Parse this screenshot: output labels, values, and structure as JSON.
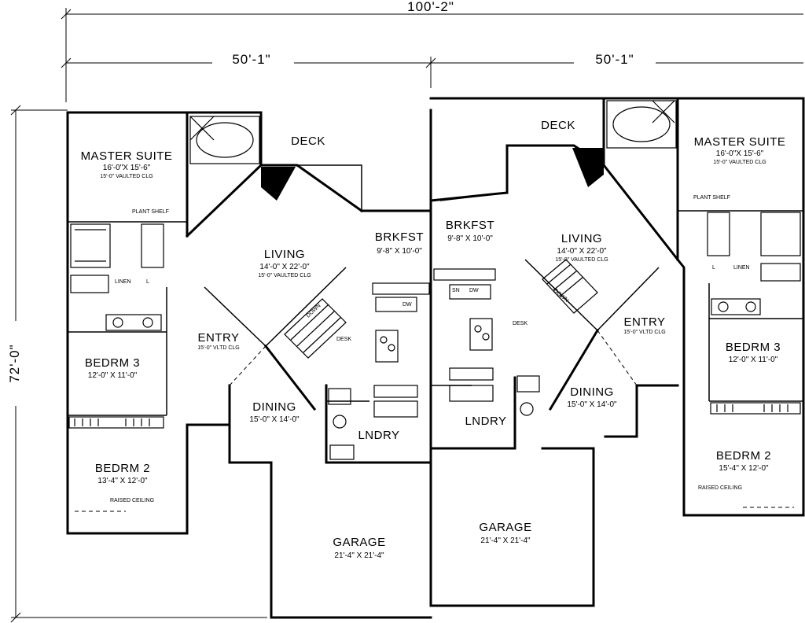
{
  "dimensions": {
    "overall": "100'-2\"",
    "left_half": "50'-1\"",
    "right_half": "50'-1\"",
    "depth": "72'-0\""
  },
  "left_unit": {
    "master_suite": {
      "name": "MASTER SUITE",
      "size": "16'-0\"X 15'-6\"",
      "note": "15'-0\" VAULTED CLG"
    },
    "plant_shelf": "PLANT SHELF",
    "linen": "LINEN",
    "linen_l": "L",
    "bedroom3": {
      "name": "BEDRM 3",
      "size": "12'-0\" X 11'-0\""
    },
    "bedroom2": {
      "name": "BEDRM 2",
      "size": "13'-4\" X 12'-0\""
    },
    "raised_ceiling": "RAISED CEILING",
    "deck": "DECK",
    "living": {
      "name": "LIVING",
      "size": "14'-0\" X 22'-0\"",
      "note": "15'-0\" VAULTED CLG"
    },
    "entry": {
      "name": "ENTRY",
      "note": "15'-0\" VLTD CLG"
    },
    "dining": {
      "name": "DINING",
      "size": "15'-0\" X 14'-0\""
    },
    "breakfast": {
      "name": "BRKFST",
      "size": "9'-8\" X 10'-0\""
    },
    "desk": "DESK",
    "down": "DOWN",
    "laundry": "LNDRY",
    "garage": {
      "name": "GARAGE",
      "size": "21'-4\" X 21'-4\""
    }
  },
  "right_unit": {
    "master_suite": {
      "name": "MASTER SUITE",
      "size": "16'-0\"X 15'-6\"",
      "note": "15'-0\" VAULTED CLG"
    },
    "plant_shelf": "PLANT SHELF",
    "linen": "LINEN",
    "linen_l": "L",
    "bedroom3": {
      "name": "BEDRM 3",
      "size": "12'-0\" X 11'-0\""
    },
    "bedroom2": {
      "name": "BEDRM 2",
      "size": "15'-4\" X 12'-0\""
    },
    "raised_ceiling": "RAISED CEILING",
    "deck": "DECK",
    "living": {
      "name": "LIVING",
      "size": "14'-0\" X 22'-0\"",
      "note": "15'-0\" VAULTED CLG"
    },
    "entry": {
      "name": "ENTRY",
      "note": "15'-0\" VLTD CLG"
    },
    "dining": {
      "name": "DINING",
      "size": "15'-0\" X 14'-0\""
    },
    "breakfast": {
      "name": "BRKFST",
      "size": "9'-8\" X 10'-0\""
    },
    "desk": "DESK",
    "down": "DOWN",
    "laundry": "LNDRY",
    "garage": {
      "name": "GARAGE",
      "size": "21'-4\" X 21'-4\""
    }
  },
  "appliance_labels": {
    "dishwasher": "DW",
    "sink": "SN"
  }
}
